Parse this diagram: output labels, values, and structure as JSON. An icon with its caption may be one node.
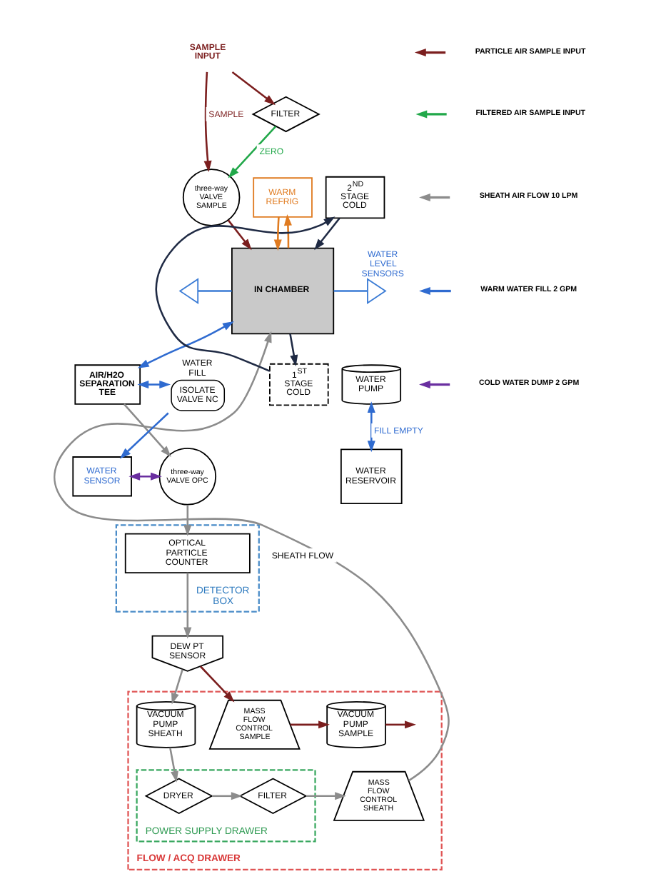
{
  "diagram": {
    "nodes": [
      {
        "text": [
          "FLOW / ACQ DRAWER"
        ]
      },
      {
        "text": [
          "MASS FLOW CONTROL SHEATH"
        ],
        "in": 0
      },
      {
        "text": [
          "three-way VALVE SAMPLE"
        ]
      },
      {
        "text": [
          "SAMPLE INPUT"
        ]
      },
      {
        "text": [
          "FILTER"
        ]
      },
      {
        "text": [
          "IN CHAMBER"
        ]
      },
      {
        "text": [],
        "shape": "triangle"
      },
      {
        "text": [
          "WATER LEVEL SENSORS"
        ]
      },
      {
        "text": [
          "2$^{ND}$ STAGE COLD"
        ]
      },
      {
        "text": [
          "1$^{ST}$ STAGE COLD"
        ]
      },
      {
        "text": [
          "WARM REFRIG"
        ]
      },
      {
        "text": [
          "AIR/H2O SEPARATION TEE"
        ]
      },
      {
        "text": [
          "ISOLATE VALVE NC"
        ],
        "beside": [
          "WATER FILL"
        ]
      },
      {
        "text": [
          "WATER PUMP"
        ]
      },
      {
        "text": [
          "WATER RESERVOIR"
        ]
      },
      {
        "text": [
          "POWER SUPPLY DRAWER"
        ],
        "in": 0
      },
      {
        "text": [
          "FILTER"
        ],
        "in": 15
      },
      {
        "text": [
          "DRYER"
        ],
        "in": 15
      },
      {
        "text": [
          "WATER SENSOR"
        ]
      },
      {
        "text": [
          "three-way VALVE OPC"
        ]
      },
      {
        "text": [
          "DETECTOR BOX"
        ]
      },
      {
        "text": [
          "OPTICAL PARTICLE COUNTER"
        ],
        "in": 20
      },
      {
        "text": [
          "DEW PT SENSOR"
        ]
      },
      {
        "text": [
          "VACUUM PUMP SHEATH"
        ],
        "in": 0
      },
      {
        "text": [
          "MASS FLOW CONTROL SAMPLE"
        ],
        "in": 0
      },
      {
        "text": [
          "VACUUM PUMP SAMPLE"
        ],
        "in": 0
      }
    ],
    "edges": [
      {
        "from": 3,
        "to": 2,
        "arrow": "to",
        "label": "SAMPLE",
        "color": "#7b1e1e"
      },
      {
        "from": 3,
        "to": 4,
        "arrow": "to",
        "color": "#7b1e1e"
      },
      {
        "from": 4,
        "to": 2,
        "arrow": "to",
        "label": "ZERO",
        "color": "#22a84a"
      },
      {
        "from": 2,
        "to": 5,
        "arrow": "to",
        "color": "#7b1e1e"
      },
      {
        "from": 1,
        "to": 5,
        "arrow": "to",
        "label": "SHEATH FLOW"
      },
      {
        "from": 6,
        "to": 5,
        "arrow": "none",
        "color": "#3a7bd5"
      },
      {
        "from": 5,
        "to": 7,
        "arrow": "none",
        "color": "#3a7bd5"
      },
      {
        "from": 9,
        "to": 8,
        "arrow": "to",
        "color": "#1f2a44"
      },
      {
        "from": 8,
        "to": 5,
        "arrow": "to",
        "color": "#1f2a44"
      },
      {
        "from": 5,
        "to": 9,
        "arrow": "to",
        "color": "#1f2a44"
      },
      {
        "from": 5,
        "to": 10,
        "arrow": "to",
        "color": "#e07b20"
      },
      {
        "from": 10,
        "to": 5,
        "arrow": "to",
        "color": "#e07b20"
      },
      {
        "from": 5,
        "to": 11,
        "arrow": "both",
        "color": "#2f6bd0"
      },
      {
        "from": 11,
        "to": 12,
        "arrow": "both",
        "color": "#2f6bd0"
      },
      {
        "from": 12,
        "to": 18,
        "arrow": "to",
        "color": "#2f6bd0"
      },
      {
        "from": 13,
        "to": 14,
        "arrow": "both",
        "label": "FILL EMPTY",
        "color": "#2f6bd0"
      },
      {
        "from": 18,
        "to": 19,
        "arrow": "both",
        "color": "#6a2fa0"
      },
      {
        "from": 11,
        "to": 19,
        "arrow": "to"
      },
      {
        "from": 19,
        "to": 21,
        "arrow": "to"
      },
      {
        "from": 21,
        "to": 22,
        "arrow": "to"
      },
      {
        "from": 22,
        "to": 23,
        "arrow": "to"
      },
      {
        "from": 22,
        "to": 24,
        "arrow": "to",
        "color": "#7b1e1e"
      },
      {
        "from": 24,
        "to": 25,
        "arrow": "to",
        "color": "#7b1e1e"
      },
      {
        "from": 25,
        "to": null,
        "arrow": "to",
        "color": "#7b1e1e"
      },
      {
        "from": 23,
        "to": 17,
        "arrow": "to"
      },
      {
        "from": 17,
        "to": 16,
        "arrow": "to"
      },
      {
        "from": 16,
        "to": 1,
        "arrow": "to"
      }
    ],
    "legend": [
      {
        "text": "PARTICLE AIR SAMPLE INPUT"
      },
      {
        "text": "FILTERED AIR SAMPLE INPUT"
      },
      {
        "text": "SHEATH AIR FLOW 10 LPM"
      },
      {
        "text": "WARM WATER FILL 2 GPM"
      },
      {
        "text": "COLD WATER DUMP 2 GPM"
      }
    ]
  }
}
